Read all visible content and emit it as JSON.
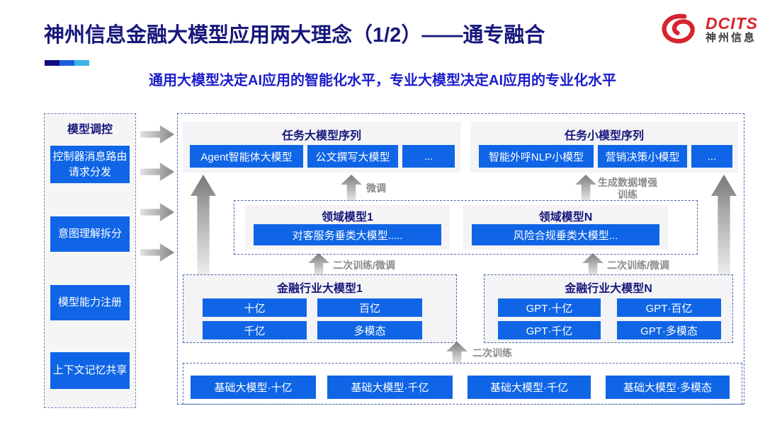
{
  "header": {
    "title": "神州信息金融大模型应用两大理念（1/2）——通专融合",
    "subtitle": "通用大模型决定AI应用的智能化水平，专业大模型决定AI应用的专业化水平",
    "logo": {
      "brand": "DCITS",
      "brand_cn": "神州信息"
    }
  },
  "sidebar": {
    "title": "模型调控",
    "items": [
      "控制器消息路由请求分发",
      "意图理解拆分",
      "模型能力注册",
      "上下文记忆共享"
    ]
  },
  "diagram": {
    "task_large": {
      "title": "任务大模型序列",
      "items": [
        "Agent智能体大模型",
        "公文撰写大模型",
        "..."
      ]
    },
    "task_small": {
      "title": "任务小模型序列",
      "items": [
        "智能外呼NLP小模型",
        "营销决策小模型",
        "..."
      ]
    },
    "domain1": {
      "title": "领域模型1",
      "items": [
        "对客服务垂类大模型....."
      ]
    },
    "domainN": {
      "title": "领域模型N",
      "items": [
        "风险合规垂类大模型..."
      ]
    },
    "industry1": {
      "title": "金融行业大模型1",
      "items": [
        "十亿",
        "百亿",
        "千亿",
        "多模态"
      ]
    },
    "industryN": {
      "title": "金融行业大模型N",
      "items": [
        "GPT·十亿",
        "GPT·百亿",
        "GPT·千亿",
        "GPT·多模态"
      ]
    },
    "base": {
      "items": [
        "基础大模型·十亿",
        "基础大模型·千亿",
        "基础大模型·千亿",
        "基础大模型·多模态"
      ]
    },
    "labels": {
      "finetune": "微调",
      "gen_data": "生成数据增强训练",
      "retrain_finetune_left": "二次训练/微调",
      "retrain_finetune_right": "二次训练/微调",
      "retrain": "二次训练"
    }
  },
  "colors": {
    "accent_blue": "#0f65e6",
    "navy": "#17177c",
    "subtitle_blue": "#1b1bcd",
    "brand_red": "#d7232e",
    "bar_navy": "#0d0d80",
    "bar_blue": "#1e5ce0",
    "bar_cyan": "#3ab4e8",
    "panel_gray": "#f4f4f6",
    "arrow_gray": "#8a8a8a",
    "border_blue": "#4c66b0"
  }
}
